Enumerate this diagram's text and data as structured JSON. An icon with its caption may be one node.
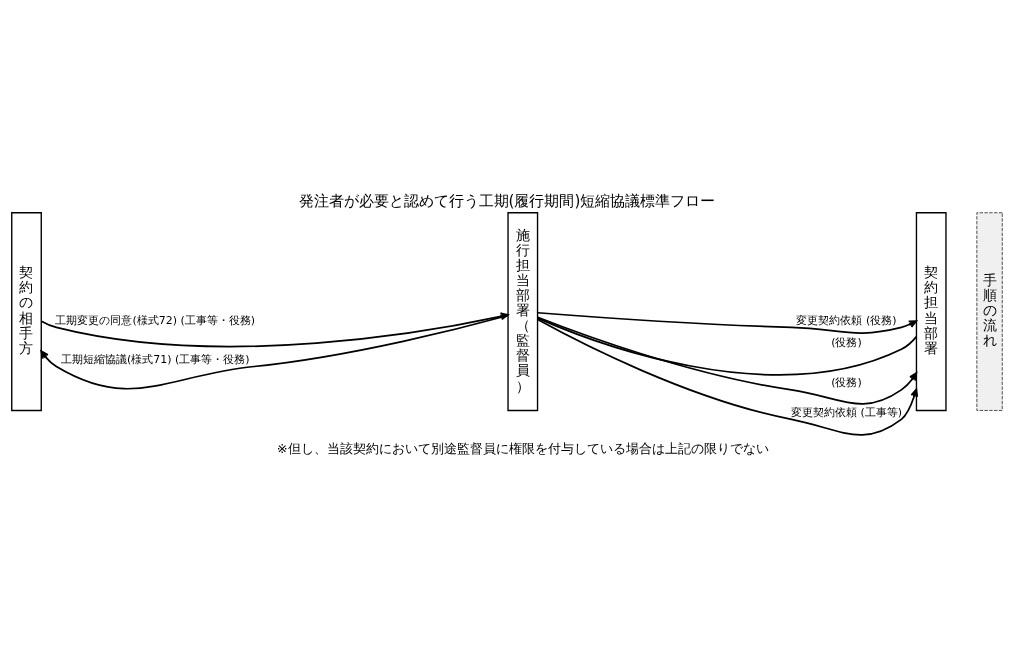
{
  "diagram": {
    "title": "発注者が必要と認めて行う工期(履行期間)短縮協議標準フロー",
    "nodes": [
      {
        "text": [
          "契約の相手方"
        ]
      },
      {
        "text": [
          "施行担当部署（監督員）"
        ]
      },
      {
        "text": [
          "契約担当部署"
        ]
      }
    ],
    "edges": [
      {
        "from": 1,
        "to": 2,
        "arrow": "to",
        "label": "変更契約依頼 (役務)"
      },
      {
        "from": 1,
        "to": 0,
        "arrow": "to",
        "label": "工期短縮協議(様式71) (工事等・役務)"
      },
      {
        "from": 1,
        "to": 2,
        "arrow": "none",
        "label": "(役務)"
      },
      {
        "from": 0,
        "to": 1,
        "arrow": "to",
        "label": "工期変更の同意(様式72) (工事等・役務)"
      },
      {
        "from": 1,
        "to": 2,
        "arrow": "to",
        "label": "(役務)"
      },
      {
        "from": 1,
        "to": 2,
        "arrow": "to",
        "label": "変更契約依頼 (工事等)"
      }
    ],
    "labels": [
      "手順の流れ",
      "※但し、当該契約において別途監督員に権限を付与している場合は上記の限りでない"
    ]
  }
}
